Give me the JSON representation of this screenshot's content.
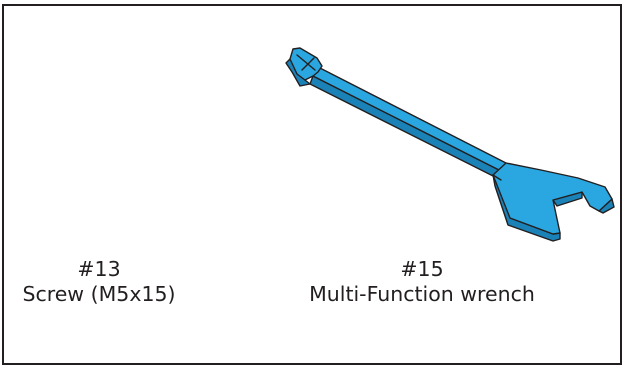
{
  "parts": [
    {
      "number": "#13",
      "name": "Screw (M5x15)",
      "icon": "screw-icon"
    },
    {
      "number": "#15",
      "name": "Multi-Function wrench",
      "icon": "wrench-icon"
    }
  ],
  "colors": {
    "wrench_fill": "#2aa7e0",
    "wrench_shadow": "#1b82b8",
    "outline": "#231f20",
    "background": "#ffffff"
  }
}
